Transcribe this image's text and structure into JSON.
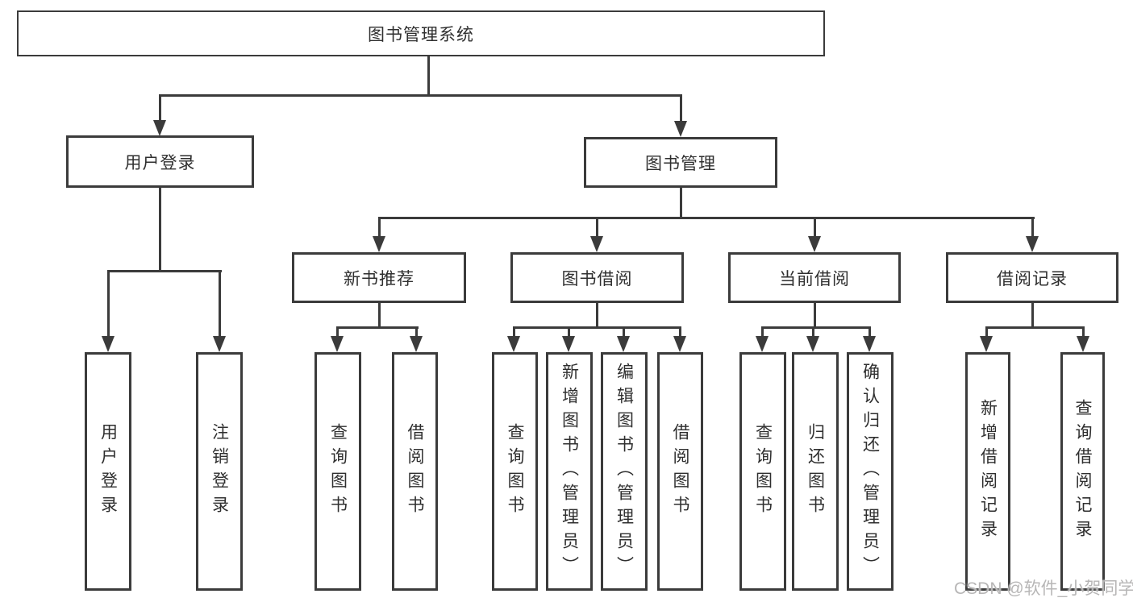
{
  "diagram": {
    "root": {
      "label": "图书管理系统"
    },
    "level2": [
      {
        "label": "用户登录"
      },
      {
        "label": "图书管理"
      }
    ],
    "level3": [
      {
        "label": "新书推荐"
      },
      {
        "label": "图书借阅"
      },
      {
        "label": "当前借阅"
      },
      {
        "label": "借阅记录"
      }
    ],
    "leaves": {
      "user_login": [
        {
          "label": "用户登录"
        },
        {
          "label": "注销登录"
        }
      ],
      "new_book_recommend": [
        {
          "label": "查询图书"
        },
        {
          "label": "借阅图书"
        }
      ],
      "book_borrow": [
        {
          "label": "查询图书"
        },
        {
          "label": "新增图书（管理员）"
        },
        {
          "label": "编辑图书（管理员）"
        },
        {
          "label": "借阅图书"
        }
      ],
      "current_borrow": [
        {
          "label": "查询图书"
        },
        {
          "label": "归还图书"
        },
        {
          "label": "确认归还（管理员）"
        }
      ],
      "borrow_records": [
        {
          "label": "新增借阅记录"
        },
        {
          "label": "查询借阅记录"
        }
      ]
    },
    "colors": {
      "line": "#3b3b3b",
      "text": "#2f2f2f",
      "background": "#ffffff",
      "watermark": "#b7b6b6"
    }
  },
  "watermark": {
    "text": "CSDN @软件_小贺同学"
  }
}
